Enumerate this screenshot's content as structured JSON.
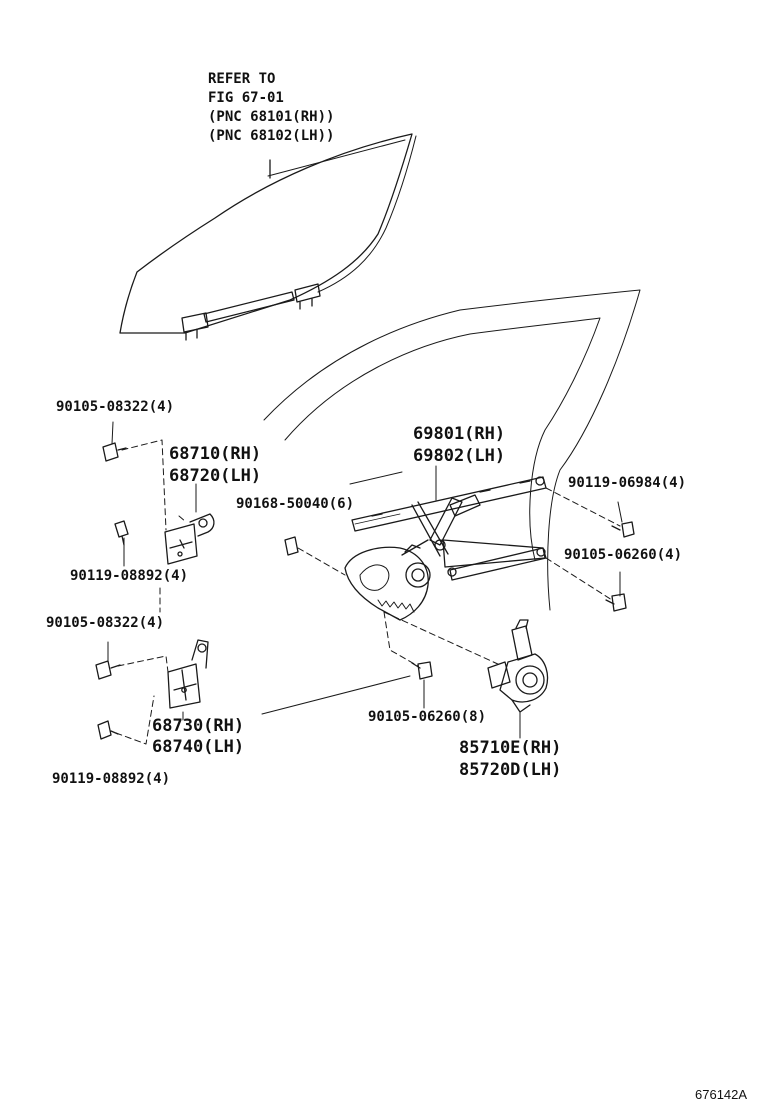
{
  "note": {
    "lines": [
      "REFER TO",
      "FIG 67-01",
      "(PNC 68101(RH))",
      "(PNC 68102(LH))"
    ]
  },
  "parts": [
    {
      "id": "p1",
      "lines": [
        "90105-08322(4)"
      ]
    },
    {
      "id": "p2",
      "lines": [
        "68710(RH)",
        "68720(LH)"
      ]
    },
    {
      "id": "p3",
      "lines": [
        "69801(RH)",
        "69802(LH)"
      ]
    },
    {
      "id": "p4",
      "lines": [
        "90168-50040(6)"
      ]
    },
    {
      "id": "p5",
      "lines": [
        "90119-06984(4)"
      ]
    },
    {
      "id": "p6",
      "lines": [
        "90119-08892(4)"
      ]
    },
    {
      "id": "p7",
      "lines": [
        "90105-06260(4)"
      ]
    },
    {
      "id": "p8",
      "lines": [
        "90105-08322(4)"
      ]
    },
    {
      "id": "p9",
      "lines": [
        "68730(RH)",
        "68740(LH)"
      ]
    },
    {
      "id": "p10",
      "lines": [
        "90105-06260(8)"
      ]
    },
    {
      "id": "p11",
      "lines": [
        "85710E(RH)",
        "85720D(LH)"
      ]
    },
    {
      "id": "p12",
      "lines": [
        "90119-08892(4)"
      ]
    }
  ],
  "figure_id": "676142A"
}
